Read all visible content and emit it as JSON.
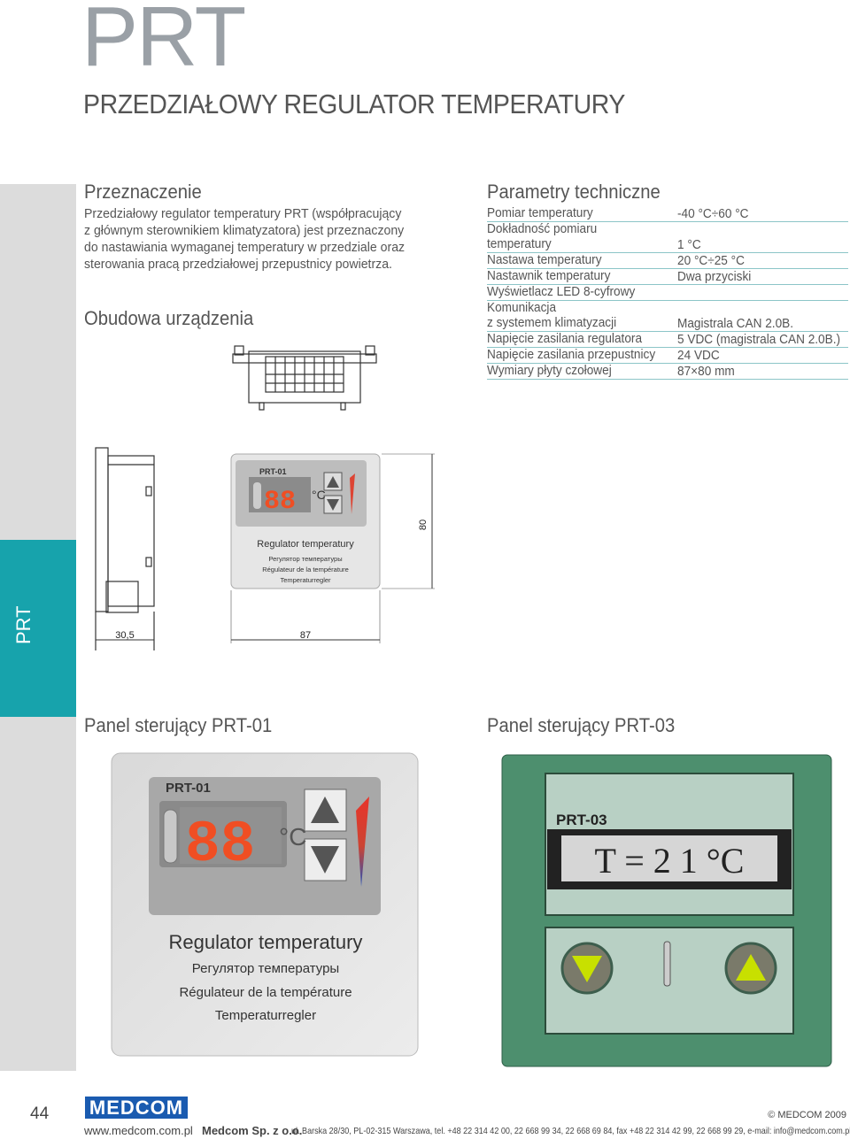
{
  "header": {
    "big_title": "PRT",
    "subtitle": "PRZEDZIAŁOWY REGULATOR TEMPERATURY"
  },
  "sidebar": {
    "label": "PRT"
  },
  "purpose": {
    "heading": "Przeznaczenie",
    "lines": [
      "Przedziałowy regulator temperatury PRT (współpracujący",
      "z głównym sterownikiem klimatyzatora) jest przeznaczony",
      "do nastawiania wymaganej temperatury w przedziale oraz",
      "sterowania pracą przedziałowej przepustnicy powietrza."
    ]
  },
  "housing": {
    "heading": "Obudowa urządzenia",
    "dim_height": "80",
    "dim_depth": "30,5",
    "dim_width": "87",
    "panel_model": "PRT-01",
    "display_digits": "88",
    "unit": "°C",
    "panel_texts": [
      "Regulator temperatury",
      "Регулятор температуры",
      "Régulateur de la température",
      "Temperaturregler"
    ]
  },
  "specs": {
    "heading": "Parametry techniczne",
    "rows": [
      {
        "label": "Pomiar temperatury",
        "value": "-40 °C÷60 °C"
      },
      {
        "label": "Dokładność pomiaru",
        "value": ""
      },
      {
        "label": "temperatury",
        "value": "1 °C"
      },
      {
        "label": "Nastawa temperatury",
        "value": "20 °C÷25 °C"
      },
      {
        "label": "Nastawnik temperatury",
        "value": "Dwa przyciski"
      },
      {
        "label": "Wyświetlacz LED 8-cyfrowy",
        "value": ""
      },
      {
        "label": "Komunikacja",
        "value": ""
      },
      {
        "label": "z systemem klimatyzacji",
        "value": "Magistrala CAN 2.0B."
      },
      {
        "label": "Napięcie zasilania regulatora",
        "value": "5 VDC (magistrala CAN 2.0B.)"
      },
      {
        "label": "Napięcie zasilania przepustnicy",
        "value": "24 VDC"
      },
      {
        "label": "Wymiary płyty czołowej",
        "value": "87×80 mm"
      }
    ]
  },
  "panel1": {
    "heading": "Panel sterujący PRT-01",
    "model": "PRT-01",
    "digits": "88",
    "unit": "°C",
    "texts": [
      "Regulator temperatury",
      "Регулятор температуры",
      "Régulateur de la température",
      "Temperaturregler"
    ]
  },
  "panel3": {
    "heading": "Panel sterujący PRT-03",
    "model": "PRT-03",
    "display": "T = 2 1 °C"
  },
  "footer": {
    "page_number": "44",
    "logo": "MEDCOM",
    "website": "www.medcom.com.pl",
    "company": "Medcom Sp. z o.o.",
    "address": "ul. Barska 28/30, PL-02-315 Warszawa, tel. +48 22 314 42 00, 22 668 99 34, 22 668 69 84, fax +48 22 314 42 99, 22 668 99 29, e-mail: info@medcom.com.pl",
    "copyright": "© MEDCOM 2009"
  },
  "colors": {
    "teal": "#17a3ac",
    "led": "#f04e23",
    "panel_green": "#4d8f6e"
  }
}
